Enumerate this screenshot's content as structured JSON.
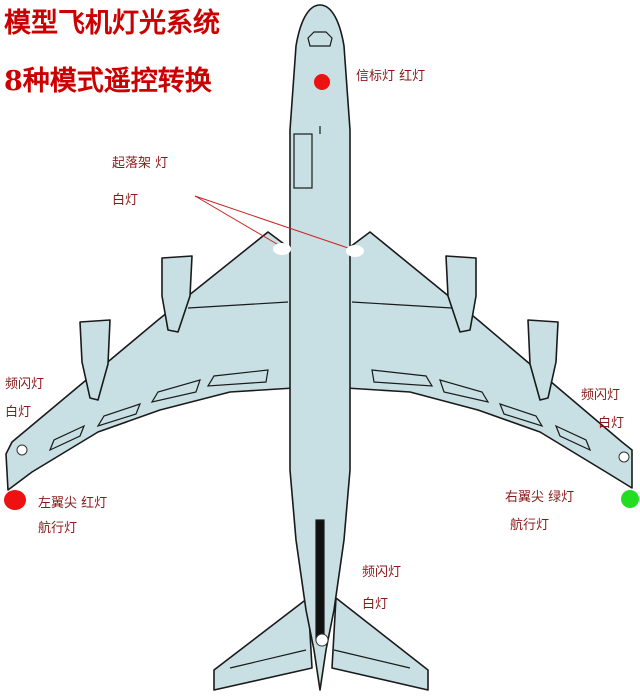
{
  "colors": {
    "title": "#cc0000",
    "label": "#8a1a1a",
    "airframe_fill": "#c8e0e4",
    "airframe_stroke": "#1a1a1a",
    "lines": "#cc2222",
    "light_red": "#ee1111",
    "light_green": "#22dd22",
    "light_white": "#ffffff"
  },
  "title": {
    "line1": "模型飞机灯光系统",
    "line2": "8种模式遥控转换"
  },
  "labels": {
    "beacon": "信标灯  红灯",
    "landing_gear_line1": "起落架  灯",
    "landing_gear_line2": "白灯",
    "left_strobe_line1": "频闪灯",
    "left_strobe_line2": "白灯",
    "right_strobe_line1": "频闪灯",
    "right_strobe_line2": "白灯",
    "left_nav_line1": "左翼尖  红灯",
    "left_nav_line2": "航行灯",
    "right_nav_line1": "右翼尖  绿灯",
    "right_nav_line2": "航行灯",
    "tail_strobe_line1": "频闪灯",
    "tail_strobe_line2": "白灯"
  },
  "lights": [
    {
      "id": "beacon",
      "color": "red"
    },
    {
      "id": "landing-left",
      "color": "white"
    },
    {
      "id": "landing-right",
      "color": "white"
    },
    {
      "id": "left-strobe",
      "color": "white"
    },
    {
      "id": "right-strobe",
      "color": "white"
    },
    {
      "id": "left-wingtip-nav",
      "color": "red"
    },
    {
      "id": "right-wingtip-nav",
      "color": "green"
    },
    {
      "id": "tail-strobe",
      "color": "white"
    }
  ]
}
